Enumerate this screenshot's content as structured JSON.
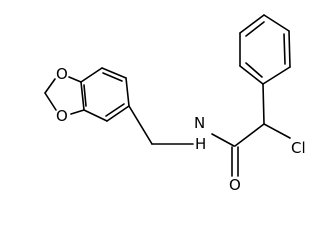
{
  "molecule": {
    "atom_labels": {
      "o_top": "O",
      "o_bottom": "O",
      "n": "N",
      "h": "H",
      "o_carbonyl": "O",
      "cl": "Cl"
    }
  }
}
